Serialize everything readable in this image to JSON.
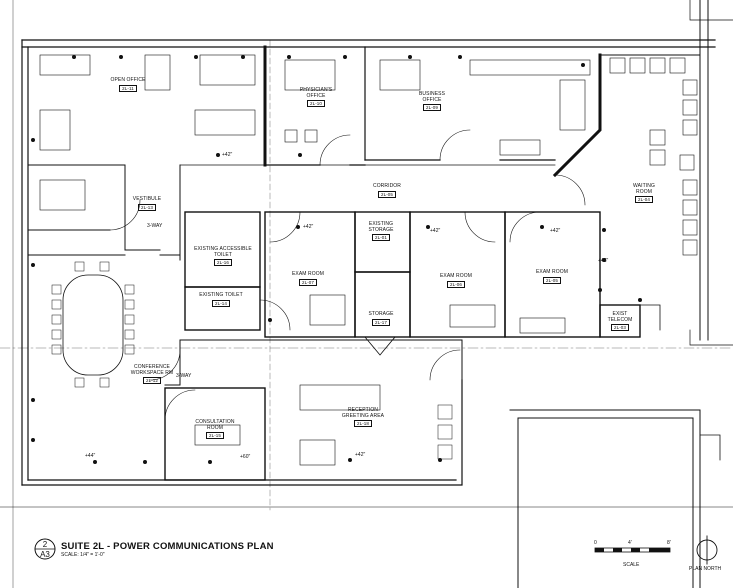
{
  "drawing": {
    "number": "2",
    "sheet": "A3",
    "title": "SUITE 2L - POWER COMMUNICATIONS PLAN",
    "scale_note": "SCALE: 1/4\" = 1'-0\""
  },
  "scale_bar": {
    "label": "SCALE",
    "tick_0": "0",
    "tick_1": "4'",
    "tick_2": "8'"
  },
  "north_arrow": {
    "label": "PLAN NORTH"
  },
  "rooms": [
    {
      "name": "OPEN OFFICE",
      "tag": "2L-11"
    },
    {
      "name": "PHYSICIAN'S OFFICE",
      "tag": "2L-10"
    },
    {
      "name": "BUSINESS OFFICE",
      "tag": "2L-09"
    },
    {
      "name": "WAITING ROOM",
      "tag": "2L-04"
    },
    {
      "name": "VESTIBULE",
      "tag": "2L-13"
    },
    {
      "name": "CORRIDOR",
      "tag": "2L-05"
    },
    {
      "name": "EXISTING ACCESSIBLE TOILET",
      "tag": "2L-16"
    },
    {
      "name": "EXISTING TOILET",
      "tag": "2L-14"
    },
    {
      "name": "EXAM ROOM",
      "tag": "2L-07"
    },
    {
      "name": "EXISTING STORAGE",
      "tag": "2L-01"
    },
    {
      "name": "STORAGE",
      "tag": "2L-17"
    },
    {
      "name": "EXAM ROOM",
      "tag": "2L-06"
    },
    {
      "name": "EXAM ROOM",
      "tag": "2L-05"
    },
    {
      "name": "EXIST TELECOM",
      "tag": "2L-03"
    },
    {
      "name": "CONFERENCE WORKSPACE RM",
      "tag": "2L-12"
    },
    {
      "name": "CONSULTATION ROOM",
      "tag": "2L-15"
    },
    {
      "name": "RECEPTION GREETING AREA",
      "tag": "2L-18"
    }
  ],
  "notes": {
    "three_way_1": "3-WAY",
    "three_way_2": "3-WAY",
    "dims": [
      "+42\"",
      "+42\"",
      "+42\"",
      "+42\"",
      "+48\"",
      "+60\"",
      "+44\"",
      "+42\""
    ]
  }
}
